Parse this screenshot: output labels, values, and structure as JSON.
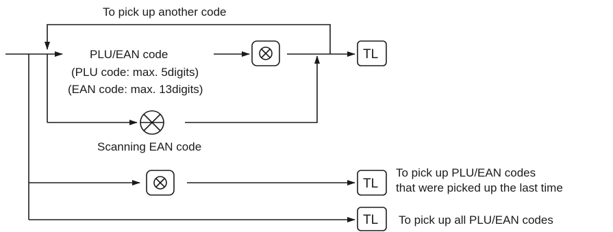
{
  "texts": {
    "loop_label": "To pick up another code",
    "plu_ean_code": "PLU/EAN code",
    "plu_digits": "(PLU code: max. 5digits)",
    "ean_digits": "(EAN code: max. 13digits)",
    "scanning_label": "Scanning EAN code",
    "tl": "TL",
    "last_time_line1": "To pick up PLU/EAN codes",
    "last_time_line2": "that were picked up the last time",
    "all_codes": "To pick up all PLU/EAN codes"
  },
  "icons": {
    "multiply_key": "circled-times-icon",
    "scanner": "scanner-wheel-icon"
  },
  "colors": {
    "line": "#1a1a1a",
    "background": "#ffffff"
  }
}
